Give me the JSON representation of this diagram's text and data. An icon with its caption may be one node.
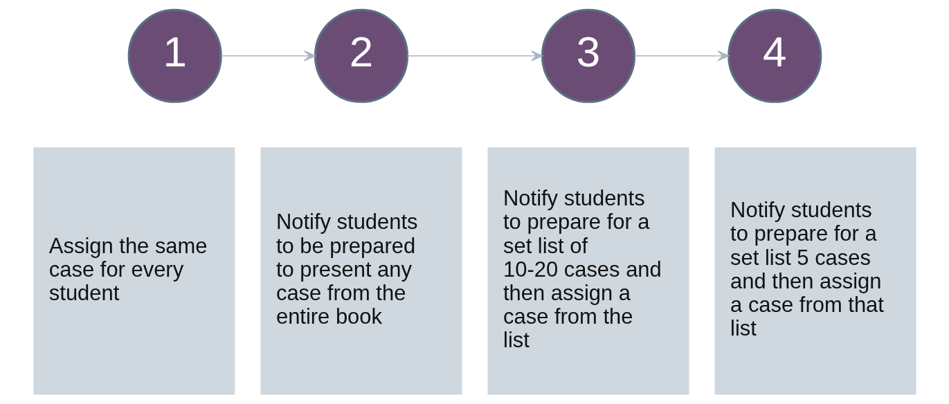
{
  "diagram": {
    "nodes": [
      {
        "text": [
          "1"
        ]
      },
      {
        "text": [
          "2"
        ]
      },
      {
        "text": [
          "3"
        ]
      },
      {
        "text": [
          "4"
        ]
      },
      {
        "text": [
          "Assign the same case for every student"
        ]
      },
      {
        "text": [
          "Notify students to be prepared to present any case from the entire book"
        ]
      },
      {
        "text": [
          "Notify students to prepare for a set list of 10-20 cases and then assign a case from the list"
        ]
      },
      {
        "text": [
          "Notify students to prepare for a set list 5 cases and then assign a case from that list"
        ]
      }
    ],
    "edges": [
      {
        "from": 0,
        "to": 1,
        "arrow": "to"
      },
      {
        "from": 1,
        "to": 2,
        "arrow": "to"
      },
      {
        "from": 2,
        "to": 3,
        "arrow": "to"
      }
    ]
  }
}
